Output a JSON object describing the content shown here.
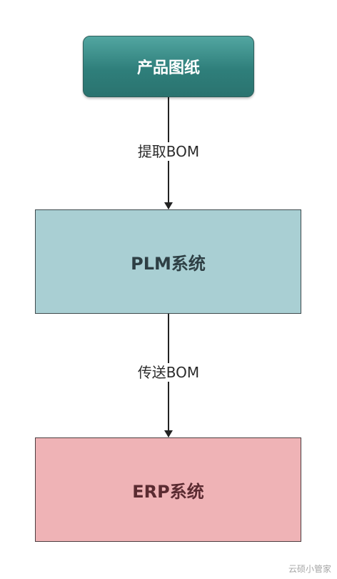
{
  "nodes": {
    "drawing": "产品图纸",
    "plm": "PLM系统",
    "erp": "ERP系统"
  },
  "edges": {
    "extract": "提取BOM",
    "transfer": "传送BOM"
  },
  "watermark": "云硕小管家",
  "colors": {
    "drawing_fill": "#2f7f7b",
    "plm_fill": "#a9cfd3",
    "erp_fill": "#efb3b6",
    "arrow": "#222222"
  }
}
